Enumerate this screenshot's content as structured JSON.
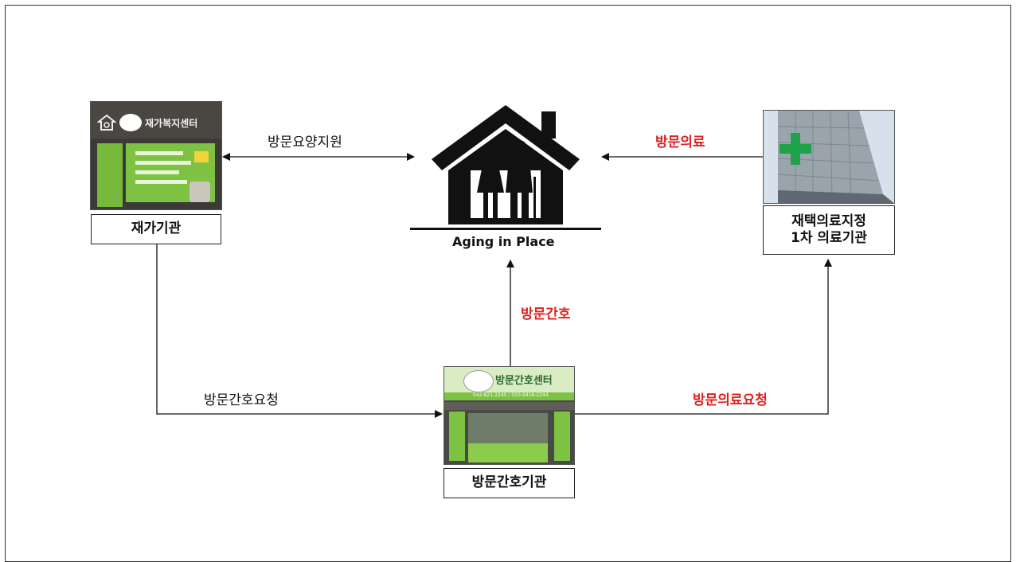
{
  "center": {
    "caption": "Aging in Place"
  },
  "nodes": {
    "home_care": {
      "label": "재가기관",
      "sign": "재가복지센터"
    },
    "clinic": {
      "label_line1": "재택의료지정",
      "label_line2": "1차 의료기관"
    },
    "nursing": {
      "label": "방문간호기관",
      "sign": "방문간호센터",
      "phone": "042-621-2245 / 010-9416-2244"
    }
  },
  "edges": {
    "home_visit_care": "방문요양지원",
    "home_visit_medical": "방문의료",
    "home_visit_nursing": "방문간호",
    "nursing_request": "방문간호요청",
    "medical_request": "방문의료요청"
  },
  "colors": {
    "highlight": "#e02020",
    "sign_green": "#7dc242",
    "cross_green": "#1fa34a"
  }
}
